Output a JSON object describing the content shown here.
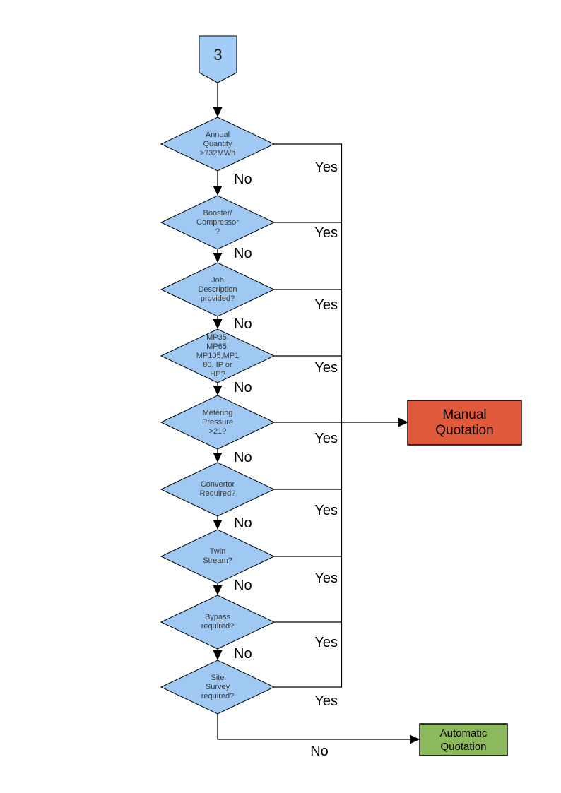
{
  "flowchart": {
    "connector": {
      "label": "3"
    },
    "branch_labels": {
      "yes": "Yes",
      "no": "No"
    },
    "decisions": [
      {
        "label": "Annual\nQuantity\n>732MWh"
      },
      {
        "label": "Booster/\nCompressor\n?"
      },
      {
        "label": "Job\nDescription\nprovided?"
      },
      {
        "label": "MP35,\nMP65,\nMP105,MP1\n80, IP or\nHP?"
      },
      {
        "label": "Metering\nPressure\n>21?"
      },
      {
        "label": "Convertor\nRequired?"
      },
      {
        "label": "Twin\nStream?"
      },
      {
        "label": "Bypass\nrequired?"
      },
      {
        "label": "Site\nSurvey\nrequired?"
      }
    ],
    "outcomes": {
      "manual": {
        "label": "Manual\nQuotation"
      },
      "automatic": {
        "label": "Automatic\nQuotation"
      }
    },
    "colors": {
      "decision_fill": "#9fc9f2",
      "connector_fill": "#a3cdf7",
      "manual_fill": "#e0593b",
      "automatic_fill": "#8cb95c",
      "line_color": "#000000",
      "decision_text": "#3a3a3a"
    }
  }
}
